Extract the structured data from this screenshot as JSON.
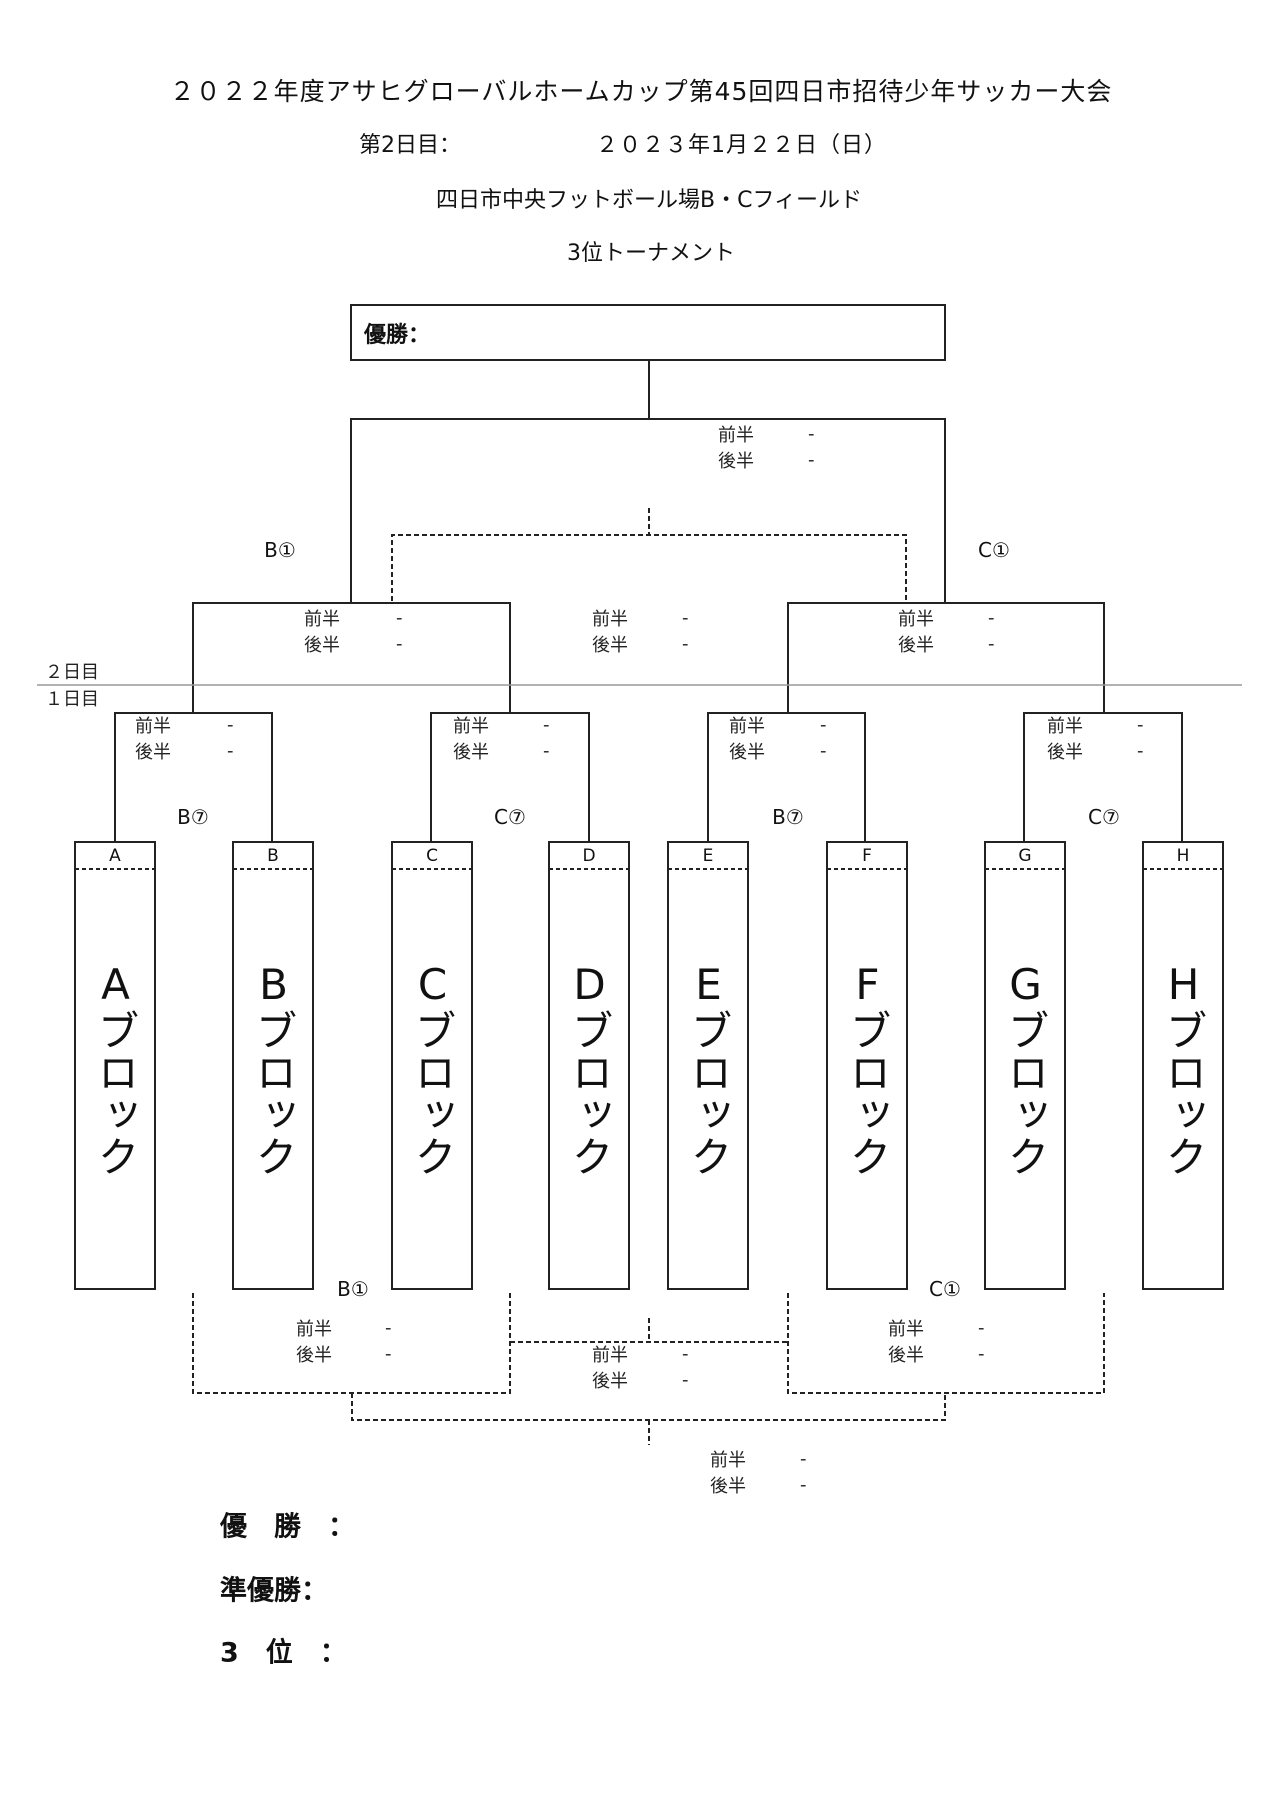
{
  "header": {
    "title": "２０２２年度アサヒグローバルホームカップ第45回四日市招待少年サッカー大会",
    "day_label": "第2日目：",
    "date": "２０２３年1月２２日（日）",
    "venue": "四日市中央フットボール場B・Cフィールド",
    "tournament": "3位トーナメント"
  },
  "winner_box_label": "優勝：",
  "day_markers": {
    "day2": "２日目",
    "day1": "１日目"
  },
  "seed_labels": {
    "top_left": "B①",
    "top_right": "C①",
    "qf1": "B⑦",
    "qf2": "C⑦",
    "qf3": "B⑦",
    "qf4": "C⑦",
    "bottom_left": "B①",
    "bottom_right": "C①"
  },
  "matches": [
    {
      "first": "前半",
      "second": "後半",
      "score1": "-",
      "score2": "-"
    },
    {
      "first": "前半",
      "second": "後半",
      "score1": "-",
      "score2": "-"
    },
    {
      "first": "前半",
      "second": "後半",
      "score1": "-",
      "score2": "-"
    },
    {
      "first": "前半",
      "second": "後半",
      "score1": "-",
      "score2": "-"
    },
    {
      "first": "前半",
      "second": "後半",
      "score1": "-",
      "score2": "-"
    },
    {
      "first": "前半",
      "second": "後半",
      "score1": "-",
      "score2": "-"
    },
    {
      "first": "前半",
      "second": "後半",
      "score1": "-",
      "score2": "-"
    },
    {
      "first": "前半",
      "second": "後半",
      "score1": "-",
      "score2": "-"
    },
    {
      "first": "前半",
      "second": "後半",
      "score1": "-",
      "score2": "-"
    },
    {
      "first": "前半",
      "second": "後半",
      "score1": "-",
      "score2": "-"
    },
    {
      "first": "前半",
      "second": "後半",
      "score1": "-",
      "score2": "-"
    },
    {
      "first": "前半",
      "second": "後半",
      "score1": "-",
      "score2": "-"
    }
  ],
  "blocks": [
    {
      "code": "A",
      "name": "Aブロック"
    },
    {
      "code": "B",
      "name": "Bブロック"
    },
    {
      "code": "C",
      "name": "Cブロック"
    },
    {
      "code": "D",
      "name": "Dブロック"
    },
    {
      "code": "E",
      "name": "Eブロック"
    },
    {
      "code": "F",
      "name": "Fブロック"
    },
    {
      "code": "G",
      "name": "Gブロック"
    },
    {
      "code": "H",
      "name": "Hブロック"
    }
  ],
  "results": {
    "winner": "優　勝　：",
    "runner_up": "準優勝：",
    "third": "3　位　："
  }
}
